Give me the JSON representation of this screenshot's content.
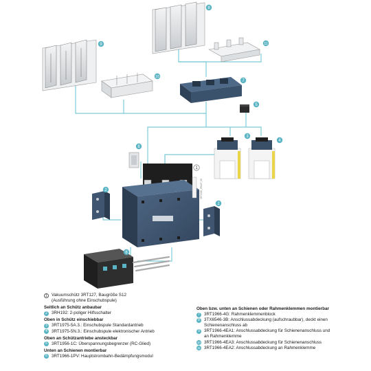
{
  "callouts": {
    "c1": "1",
    "c2a": "2",
    "c2b": "2",
    "c3": "3",
    "c4": "4",
    "c5": "5",
    "c6": "6",
    "c7": "7",
    "c8a": "8",
    "c8b": "8",
    "c9": "9",
    "c10": "10",
    "c11": "11"
  },
  "side_code": "3RT1936_3RU67_00",
  "colors": {
    "accent": "#5ab4c4",
    "body": "#3f5570",
    "body_dark": "#2c3d52",
    "yellow": "#e8d54a"
  },
  "legend": {
    "left": {
      "main": {
        "num": "1",
        "text": "Vakuumschütz 3RT127, Baugröße S12",
        "sub": "(Ausführung ohne Einschubspule)"
      },
      "group1": {
        "title": "Seitlich an Schütz anbaubar",
        "items": [
          {
            "num": "2",
            "text": "3RH192: 2-poliger Hilfsschalter"
          }
        ]
      },
      "group2": {
        "title": "Oben in Schütz einschiebbar",
        "items": [
          {
            "num": "3",
            "text": "3RT1975-5A.3.: Einschubspule Standardantrieb"
          },
          {
            "num": "4",
            "text": "3RT1975-5N.3.: Einschubspule elektronischer Antrieb"
          }
        ]
      },
      "group3": {
        "title": "Oben an Schützantriebe ansteckbar",
        "items": [
          {
            "num": "5",
            "text": "3RT1956-1C: Überspannungsbegrenzer (RC-Glied)"
          }
        ]
      },
      "group4": {
        "title": "Unten an Schienen montierbar",
        "items": [
          {
            "num": "6",
            "text": "3RT1966-1PV: Hauptstrombahn-Bedämpfungsmodul"
          }
        ]
      }
    },
    "right": {
      "title": "Oben bzw. unten an Schienen oder Rahmenklemmen montierbar",
      "items": [
        {
          "num": "7",
          "text": "3RT1966-4G: Rahmenklemmenblock"
        },
        {
          "num": "8",
          "text": "3TX6546-3B: Anschlussabdeckung (aufschraubbar), deckt einen Schienenanschluss ab"
        },
        {
          "num": "9",
          "text": "3RT1966-4EA1: Anschlussabdeckung für Schienenanschluss und an Rahmenklemme"
        },
        {
          "num": "10",
          "text": "3RT1966-4EA3: Anschlussabdeckung für Schienenanschluss"
        },
        {
          "num": "11",
          "text": "3RT1966-4EA2: Anschlussabdeckung an Rahmenklemme"
        }
      ]
    }
  }
}
